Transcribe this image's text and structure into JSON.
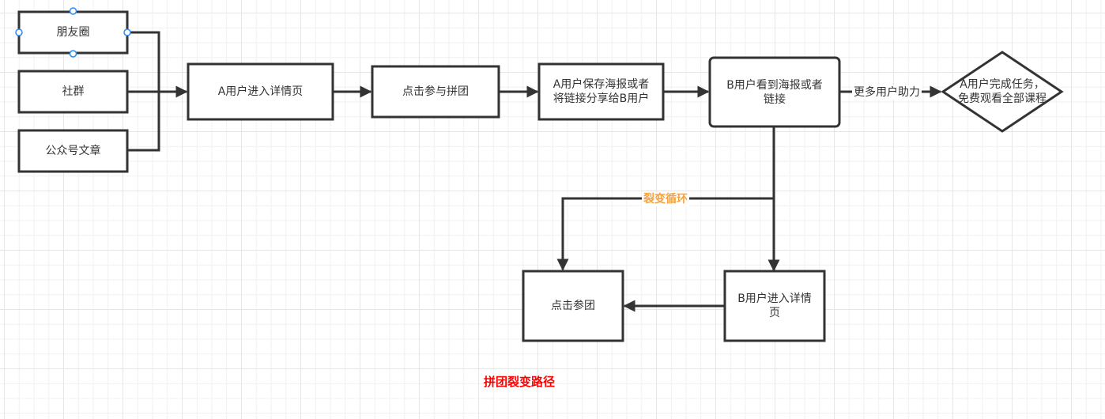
{
  "diagram": {
    "title": "拼团裂变路径",
    "title_color": "#ff0000",
    "nodes": {
      "moments": "朋友圈",
      "community": "社群",
      "article": "公众号文章",
      "a_enter": "A用户进入详情页",
      "join_group": "点击参与拼团",
      "a_share": "A用户保存海报或者将链接分享给B用户",
      "b_see": "B用户看到海报或者链接",
      "a_complete": "A用户完成任务，免费观看全部课程",
      "b_enter": "B用户进入详情页",
      "click_join": "点击参团"
    },
    "edge_labels": {
      "more_help": "更多用户助力",
      "loop": "裂变循环"
    },
    "colors": {
      "stroke": "#333333",
      "loop_label": "#f7a23b",
      "selection_handle": "#2a8ef0"
    },
    "selected_node": "朋友圈"
  }
}
